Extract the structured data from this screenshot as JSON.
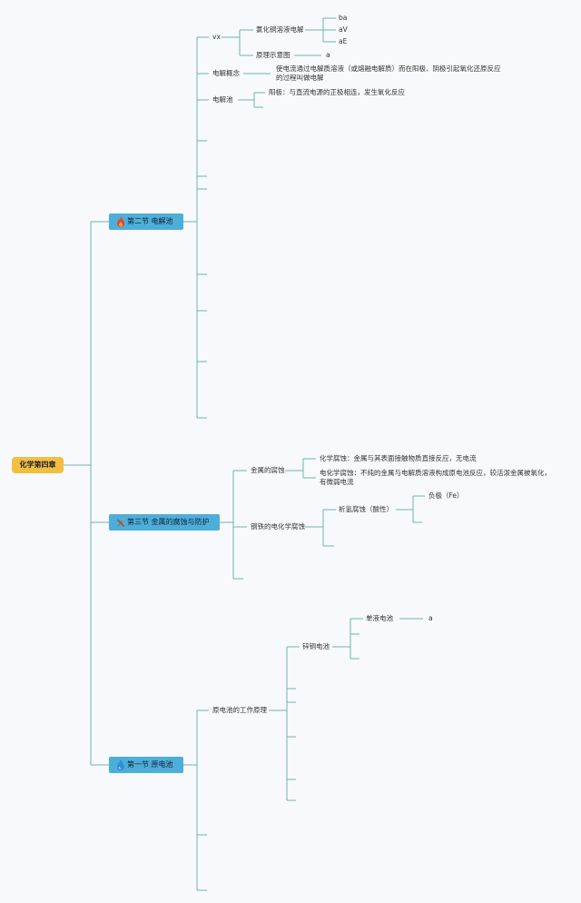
{
  "root": "化学第四章",
  "s2": {
    "title": "第二节 电解池",
    "vx": "vx",
    "cucl2": "氯化铜溶液电解",
    "ba": "ba",
    "av": "aV",
    "ae": "aE",
    "yuanli": "原理示意图",
    "yuanli_a": "a",
    "concept": "电解概念",
    "concept_text": "使电流通过电解质溶液（或熔融电解质）而在阳极、阴极引起氧化还原反应的过程叫做电解",
    "cell": "电解池",
    "anode": "阳极：与直流电源的正极相连，发生氧化反应"
  },
  "s3": {
    "title": "第三节 金属的腐蚀与防护",
    "metal": "金属的腐蚀",
    "chem": "化学腐蚀：金属与其表面接触物质直接反应，无电流",
    "electro": "电化学腐蚀：不纯的金属与电解质溶液构成原电池反应，较活泼金属被氧化，有微弱电流",
    "steel": "钢铁的电化学腐蚀",
    "hydrogen": "析氢腐蚀（酸性）",
    "negative": "负极（Fe）"
  },
  "s1": {
    "title": "第一节 原电池",
    "principle": "原电池的工作原理",
    "zncu": "锌铜电池",
    "single": "单液电池",
    "single_a": "a"
  },
  "colors": {
    "line": "#6fb5ad",
    "root": "#f2bf43",
    "section": "#4daed9",
    "fire": "#e8452b",
    "drop": "#2f8fd8"
  }
}
